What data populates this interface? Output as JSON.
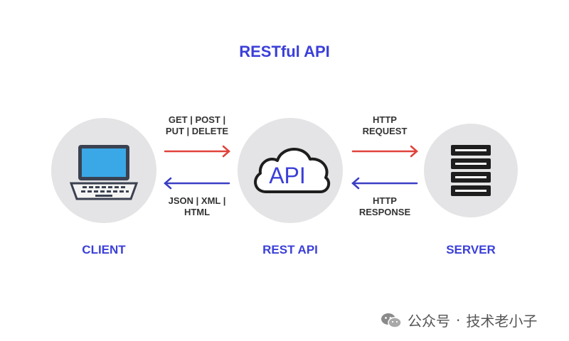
{
  "title": "RESTful API",
  "nodes": {
    "client": {
      "label": "CLIENT"
    },
    "rest_api": {
      "label": "REST API",
      "cloud_text": "API"
    },
    "server": {
      "label": "SERVER"
    }
  },
  "arrows": {
    "client_to_api": {
      "line1": "GET | POST |",
      "line2": "PUT | DELETE"
    },
    "api_to_client": {
      "line1": "JSON | XML |",
      "line2": "HTML"
    },
    "api_to_server": {
      "line1": "HTTP",
      "line2": "REQUEST"
    },
    "server_to_api": {
      "line1": "HTTP",
      "line2": "RESPONSE"
    }
  },
  "watermark": {
    "account": "公众号",
    "separator": "·",
    "name": "技术老小子"
  },
  "colors": {
    "accent": "#3b3fd8",
    "request_arrow": "#e0423c",
    "response_arrow": "#3a3fc4",
    "circle_bg": "#e4e4e6"
  },
  "icons": {
    "client": "laptop-icon",
    "rest_api": "cloud-icon",
    "server": "server-rack-icon",
    "watermark": "wechat-icon"
  }
}
